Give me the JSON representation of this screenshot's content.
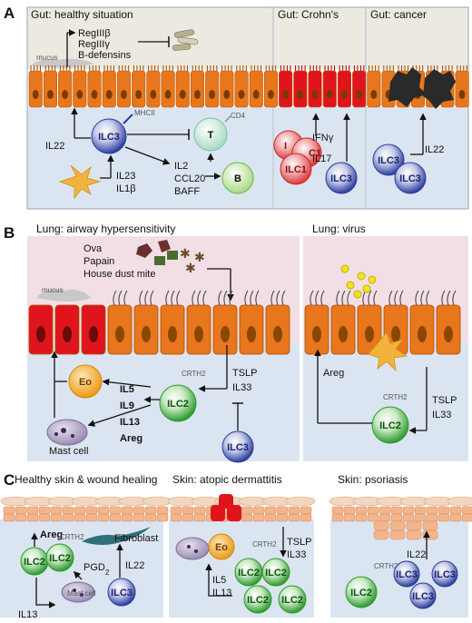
{
  "panel_a": {
    "letter": "A",
    "sections": {
      "healthy": {
        "title": "Gut: healthy situation"
      },
      "crohns": {
        "title": "Gut: Crohn's"
      },
      "cancer": {
        "title": "Gut: cancer"
      }
    },
    "mucus": "mucus",
    "peptides": [
      "RegIIIβ",
      "RegIIIγ",
      "B-defensins"
    ],
    "mhcii": "MHCII",
    "cd4": "CD4",
    "il22": "IL22",
    "il23": "IL23",
    "il1b": "IL1β",
    "il2_list": [
      "IL2",
      "CCL20",
      "BAFF"
    ],
    "ifng": "IFNγ",
    "il17": "IL17",
    "cells": {
      "ilc3": "ILC3",
      "t": "T",
      "b": "B",
      "ilc1": "ILC1",
      "i": "I",
      "c1": "C1"
    }
  },
  "panel_b": {
    "letter": "B",
    "sections": {
      "airway": {
        "title": "Lung: airway hypersensitivity"
      },
      "virus": {
        "title": "Lung: virus"
      }
    },
    "mucus": "mucus",
    "allergens": [
      "Ova",
      "Papain",
      "House dust mite"
    ],
    "crth2": "CRTH2",
    "tslp": "TSLP",
    "il33": "IL33",
    "cytokines": [
      "IL5",
      "IL9",
      "IL13",
      "Areg"
    ],
    "areg": "Areg",
    "mast_cell": "Mast cell",
    "cells": {
      "eo": "Eo",
      "ilc2": "ILC2",
      "ilc3": "ILC3"
    }
  },
  "panel_c": {
    "letter": "C",
    "sections": {
      "healthy": {
        "title": "Healthy skin & wound healing"
      },
      "atopic": {
        "title": "Skin: atopic dermattitis"
      },
      "psoriasis": {
        "title": "Skin: psoriasis"
      }
    },
    "areg": "Areg",
    "crth2": "CRTH2",
    "fibroblast": "Fibroblast",
    "pgd2": "PGD",
    "pgd2_sub": "2",
    "il22": "IL22",
    "mast_cell": "Mast cell",
    "il13": "IL13",
    "tslp": "TSLP",
    "il33": "IL33",
    "il5": "IL5",
    "cells": {
      "ilc2": "ILC2",
      "ilc3": "ILC3",
      "eo": "Eo"
    }
  },
  "colors": {
    "gut_lumen": "#eceae0",
    "tissue": "#dbe5f1",
    "lung_lumen": "#f2dfe6",
    "epithelium": "#e8761c",
    "inflamed": "#e0141c",
    "ilc3": "#2b3e9e",
    "ilc2": "#3aa83a",
    "tcell": "#c6ead9",
    "bcell": "#c3e7a4",
    "eo": "#f0a020",
    "mast": "#8f7fa8",
    "ilc1": "#e04a4a"
  }
}
